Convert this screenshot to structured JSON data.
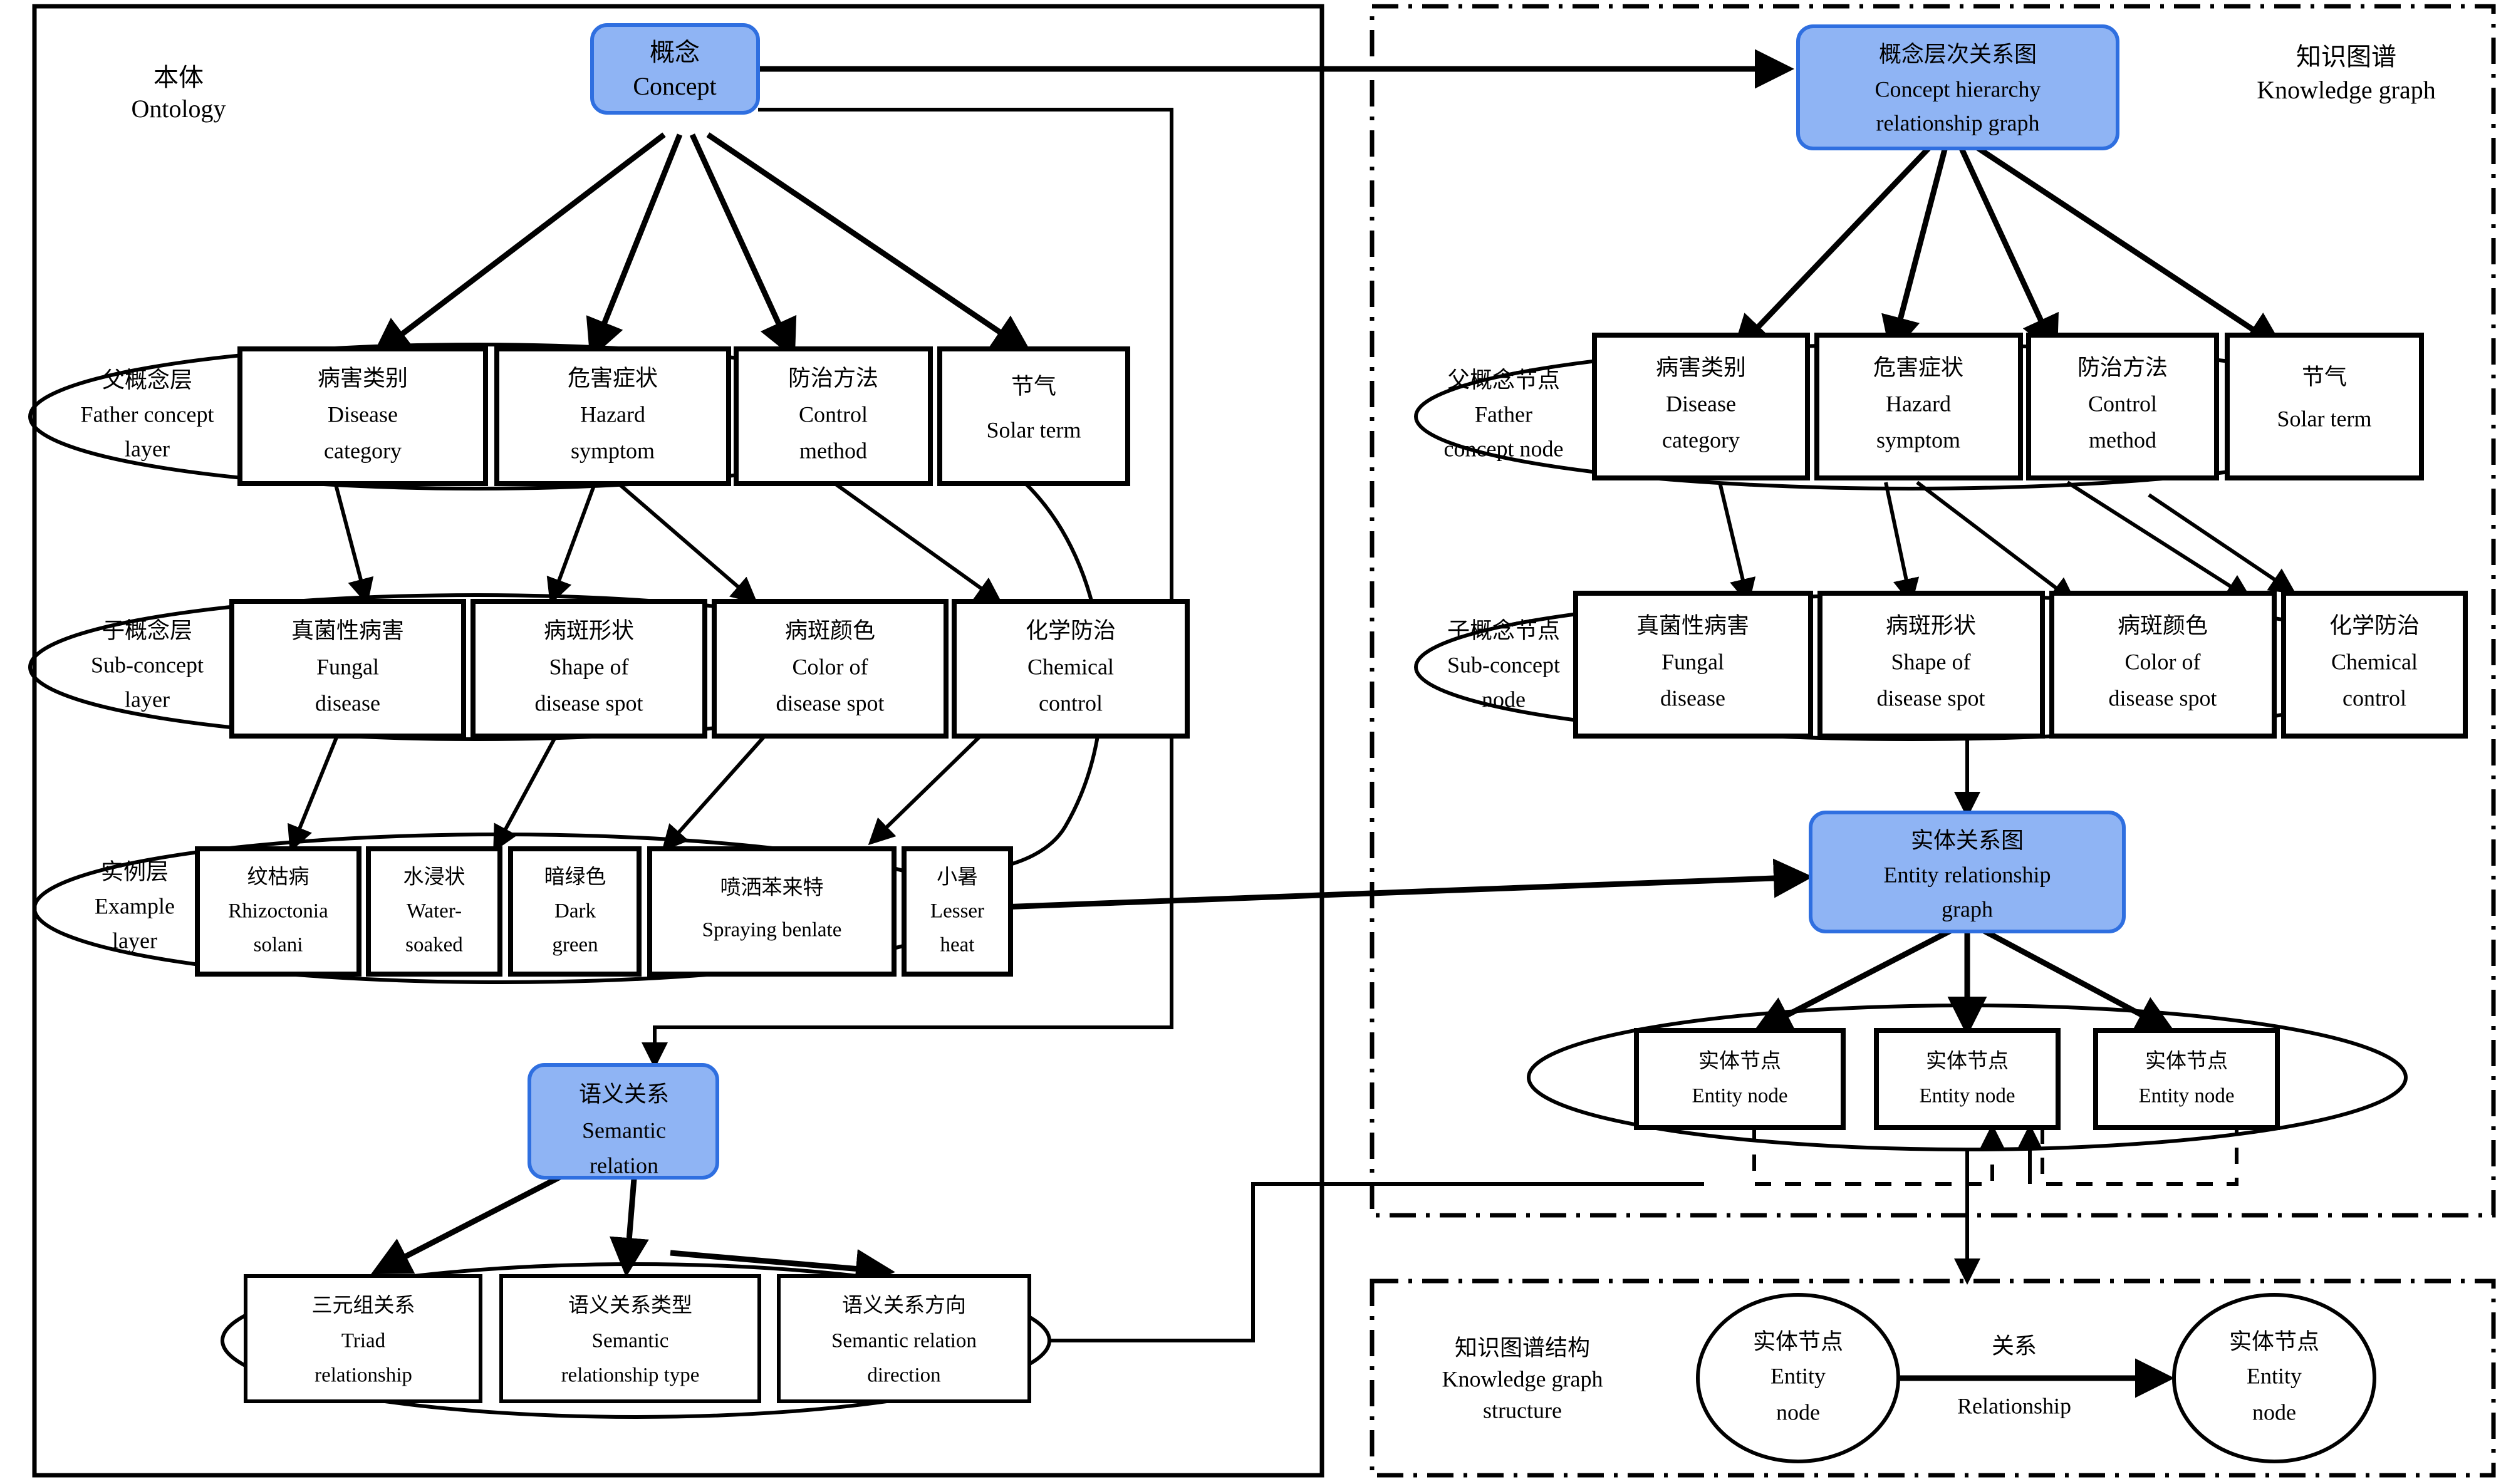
{
  "panels": {
    "ontology": {
      "cn": "本体",
      "en": "Ontology"
    },
    "knowledge_graph": {
      "cn": "知识图谱",
      "en": "Knowledge graph"
    },
    "kg_structure": {
      "cn": "知识图谱结构",
      "en1": "Knowledge graph",
      "en2": "structure"
    }
  },
  "ontology": {
    "root": {
      "cn": "概念",
      "en": "Concept"
    },
    "layers": [
      {
        "cn": "父概念层",
        "en1": "Father concept",
        "en2": "layer"
      },
      {
        "cn": "子概念层",
        "en1": "Sub-concept",
        "en2": "layer"
      },
      {
        "cn": "实例层",
        "en1": "Example",
        "en2": "layer"
      }
    ],
    "father_concepts": [
      {
        "cn": "病害类别",
        "en1": "Disease",
        "en2": "category"
      },
      {
        "cn": "危害症状",
        "en1": "Hazard",
        "en2": "symptom"
      },
      {
        "cn": "防治方法",
        "en1": "Control",
        "en2": "method"
      },
      {
        "cn": "节气",
        "en1": "Solar term",
        "en2": ""
      }
    ],
    "sub_concepts": [
      {
        "cn": "真菌性病害",
        "en1": "Fungal",
        "en2": "disease"
      },
      {
        "cn": "病斑形状",
        "en1": "Shape of",
        "en2": "disease spot"
      },
      {
        "cn": "病斑颜色",
        "en1": "Color of",
        "en2": "disease spot"
      },
      {
        "cn": "化学防治",
        "en1": "Chemical",
        "en2": "control"
      }
    ],
    "examples": [
      {
        "cn": "纹枯病",
        "en1": "Rhizoctonia",
        "en2": "solani"
      },
      {
        "cn": "水浸状",
        "en1": "Water-",
        "en2": "soaked"
      },
      {
        "cn": "暗绿色",
        "en1": "Dark",
        "en2": "green"
      },
      {
        "cn": "喷洒苯来特",
        "en1": "Spraying benlate",
        "en2": ""
      },
      {
        "cn": "小暑",
        "en1": "Lesser",
        "en2": "heat"
      }
    ],
    "semantic_relation": {
      "cn": "语义关系",
      "en1": "Semantic",
      "en2": "relation"
    },
    "semantic_children": [
      {
        "cn": "三元组关系",
        "en1": "Triad",
        "en2": "relationship"
      },
      {
        "cn": "语义关系类型",
        "en1": "Semantic",
        "en2": "relationship type"
      },
      {
        "cn": "语义关系方向",
        "en1": "Semantic relation",
        "en2": "direction"
      }
    ]
  },
  "kg": {
    "hierarchy_graph": {
      "cn": "概念层次关系图",
      "en1": "Concept hierarchy",
      "en2": "relationship graph"
    },
    "entity_graph": {
      "cn": "实体关系图",
      "en1": "Entity relationship",
      "en2": "graph"
    },
    "layers": [
      {
        "cn": "父概念节点",
        "en1": "Father",
        "en2": "concept node"
      },
      {
        "cn": "子概念节点",
        "en1": "Sub-concept",
        "en2": "node"
      }
    ],
    "father_nodes": [
      {
        "cn": "病害类别",
        "en1": "Disease",
        "en2": "category"
      },
      {
        "cn": "危害症状",
        "en1": "Hazard",
        "en2": "symptom"
      },
      {
        "cn": "防治方法",
        "en1": "Control",
        "en2": "method"
      },
      {
        "cn": "节气",
        "en1": "Solar term",
        "en2": ""
      }
    ],
    "sub_nodes": [
      {
        "cn": "真菌性病害",
        "en1": "Fungal",
        "en2": "disease"
      },
      {
        "cn": "病斑形状",
        "en1": "Shape of",
        "en2": "disease spot"
      },
      {
        "cn": "病斑颜色",
        "en1": "Color of",
        "en2": "disease spot"
      },
      {
        "cn": "化学防治",
        "en1": "Chemical",
        "en2": "control"
      }
    ],
    "entity_nodes": [
      {
        "cn": "实体节点",
        "en": "Entity node"
      },
      {
        "cn": "实体节点",
        "en": "Entity node"
      },
      {
        "cn": "实体节点",
        "en": "Entity node"
      }
    ]
  },
  "kg_structure": {
    "left_entity": {
      "cn": "实体节点",
      "en1": "Entity",
      "en2": "node"
    },
    "right_entity": {
      "cn": "实体节点",
      "en1": "Entity",
      "en2": "node"
    },
    "relationship": {
      "cn": "关系",
      "en": "Relationship"
    }
  },
  "colors": {
    "node_fill": "#8fb4f4",
    "node_stroke": "#2f6fe0",
    "line": "#000000",
    "background": "#ffffff"
  }
}
